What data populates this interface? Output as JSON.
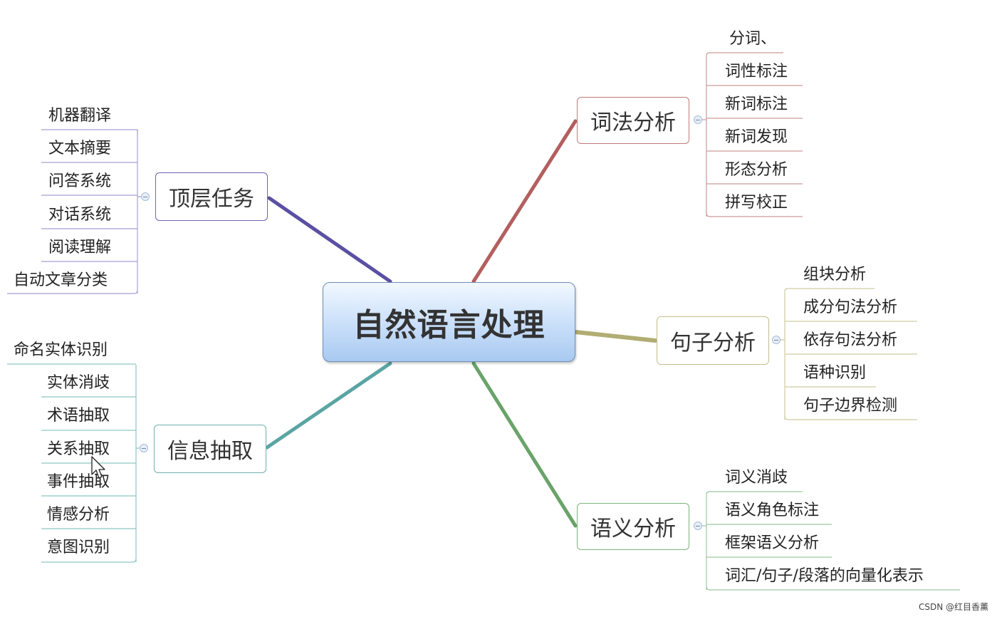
{
  "root": {
    "label": "自然语言处理"
  },
  "branches": {
    "top_tasks": {
      "label": "顶层任务",
      "color": "#5b4fa3",
      "items": [
        "机器翻译",
        "文本摘要",
        "问答系统",
        "对话系统",
        "阅读理解",
        "自动文章分类"
      ]
    },
    "info_extraction": {
      "label": "信息抽取",
      "color": "#5aa5a3",
      "items": [
        "命名实体识别",
        "实体消歧",
        "术语抽取",
        "关系抽取",
        "事件抽取",
        "情感分析",
        "意图识别"
      ]
    },
    "lexical": {
      "label": "词法分析",
      "color": "#b35f5f",
      "items": [
        "分词、",
        "词性标注",
        "新词标注",
        "新词发现",
        "形态分析",
        "拼写校正"
      ]
    },
    "sentence": {
      "label": "句子分析",
      "color": "#b1ad73",
      "items": [
        "组块分析",
        "成分句法分析",
        "依存句法分析",
        "语种识别",
        "句子边界检测"
      ]
    },
    "semantic": {
      "label": "语义分析",
      "color": "#6aa36a",
      "items": [
        "词义消歧",
        "语义角色标注",
        "框架语义分析",
        "词汇/句子/段落的向量化表示"
      ]
    }
  },
  "watermark": "CSDN @红目香薰"
}
